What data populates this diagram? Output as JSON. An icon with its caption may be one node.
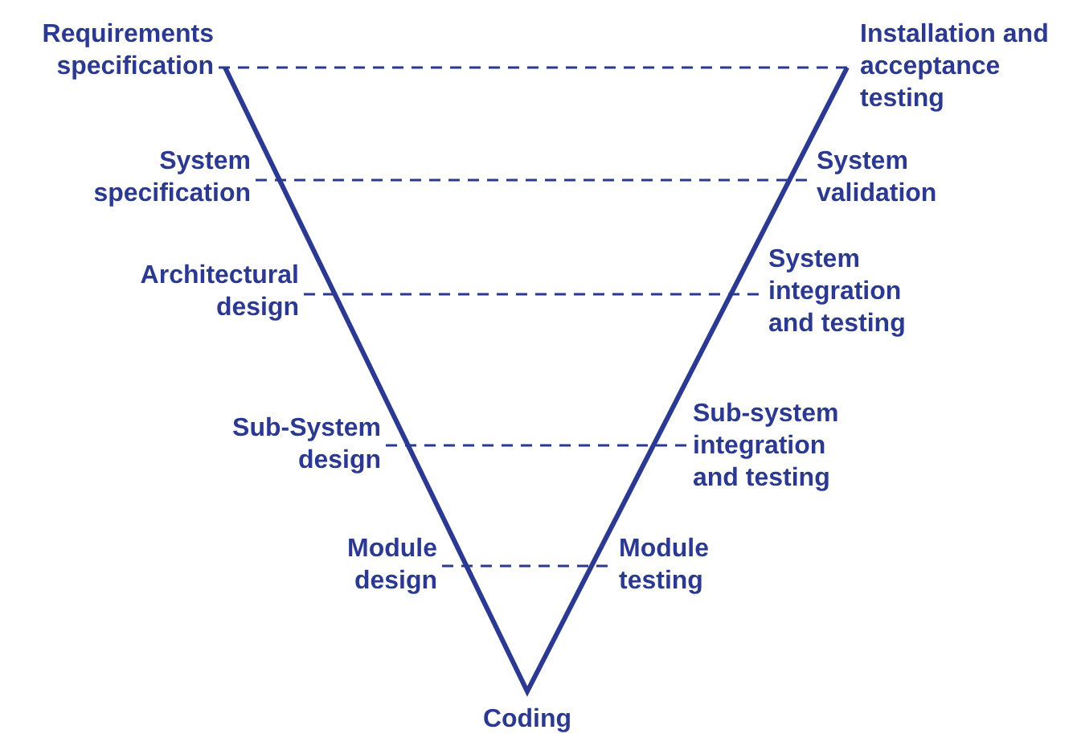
{
  "diagram": {
    "nodes": [
      {
        "text": [
          "Requirements specification"
        ]
      },
      {
        "text": [
          "Installation and acceptance testing"
        ]
      },
      {
        "text": [
          "System specification"
        ]
      },
      {
        "text": [
          "System validation"
        ]
      },
      {
        "text": [
          "Architectural design"
        ]
      },
      {
        "text": [
          "System integration and testing"
        ]
      },
      {
        "text": [
          "Sub-System design"
        ]
      },
      {
        "text": [
          "Sub-system integration and testing"
        ]
      },
      {
        "text": [
          "Module design"
        ]
      },
      {
        "text": [
          "Module testing"
        ]
      },
      {
        "text": [
          "Coding"
        ]
      }
    ],
    "edges": [
      {
        "from": 0,
        "to": 1,
        "arrow": "none",
        "style": "dashed"
      },
      {
        "from": 2,
        "to": 3,
        "arrow": "none",
        "style": "dashed"
      },
      {
        "from": 4,
        "to": 5,
        "arrow": "none",
        "style": "dashed"
      },
      {
        "from": 6,
        "to": 7,
        "arrow": "none",
        "style": "dashed"
      },
      {
        "from": 8,
        "to": 9,
        "arrow": "none",
        "style": "dashed"
      }
    ]
  }
}
